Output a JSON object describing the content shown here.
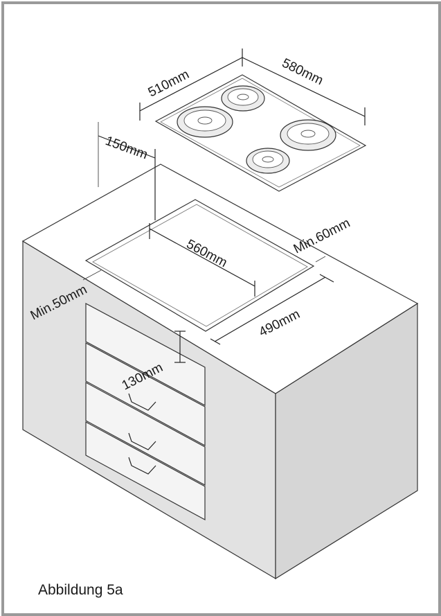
{
  "caption": "Abbildung 5a",
  "dimensions": {
    "hob_depth": "510mm",
    "hob_width": "580mm",
    "rear_clearance": "150mm",
    "side_clearance": "Min.60mm",
    "cutout_width": "560mm",
    "front_clearance": "Min.50mm",
    "cutout_depth": "490mm",
    "drawer_clearance": "130mm"
  },
  "colors": {
    "cabinet_front": "#e2e2e2",
    "cabinet_side": "#d6d6d6",
    "worktop": "#ffffff",
    "frame": "#9a9a9a"
  }
}
